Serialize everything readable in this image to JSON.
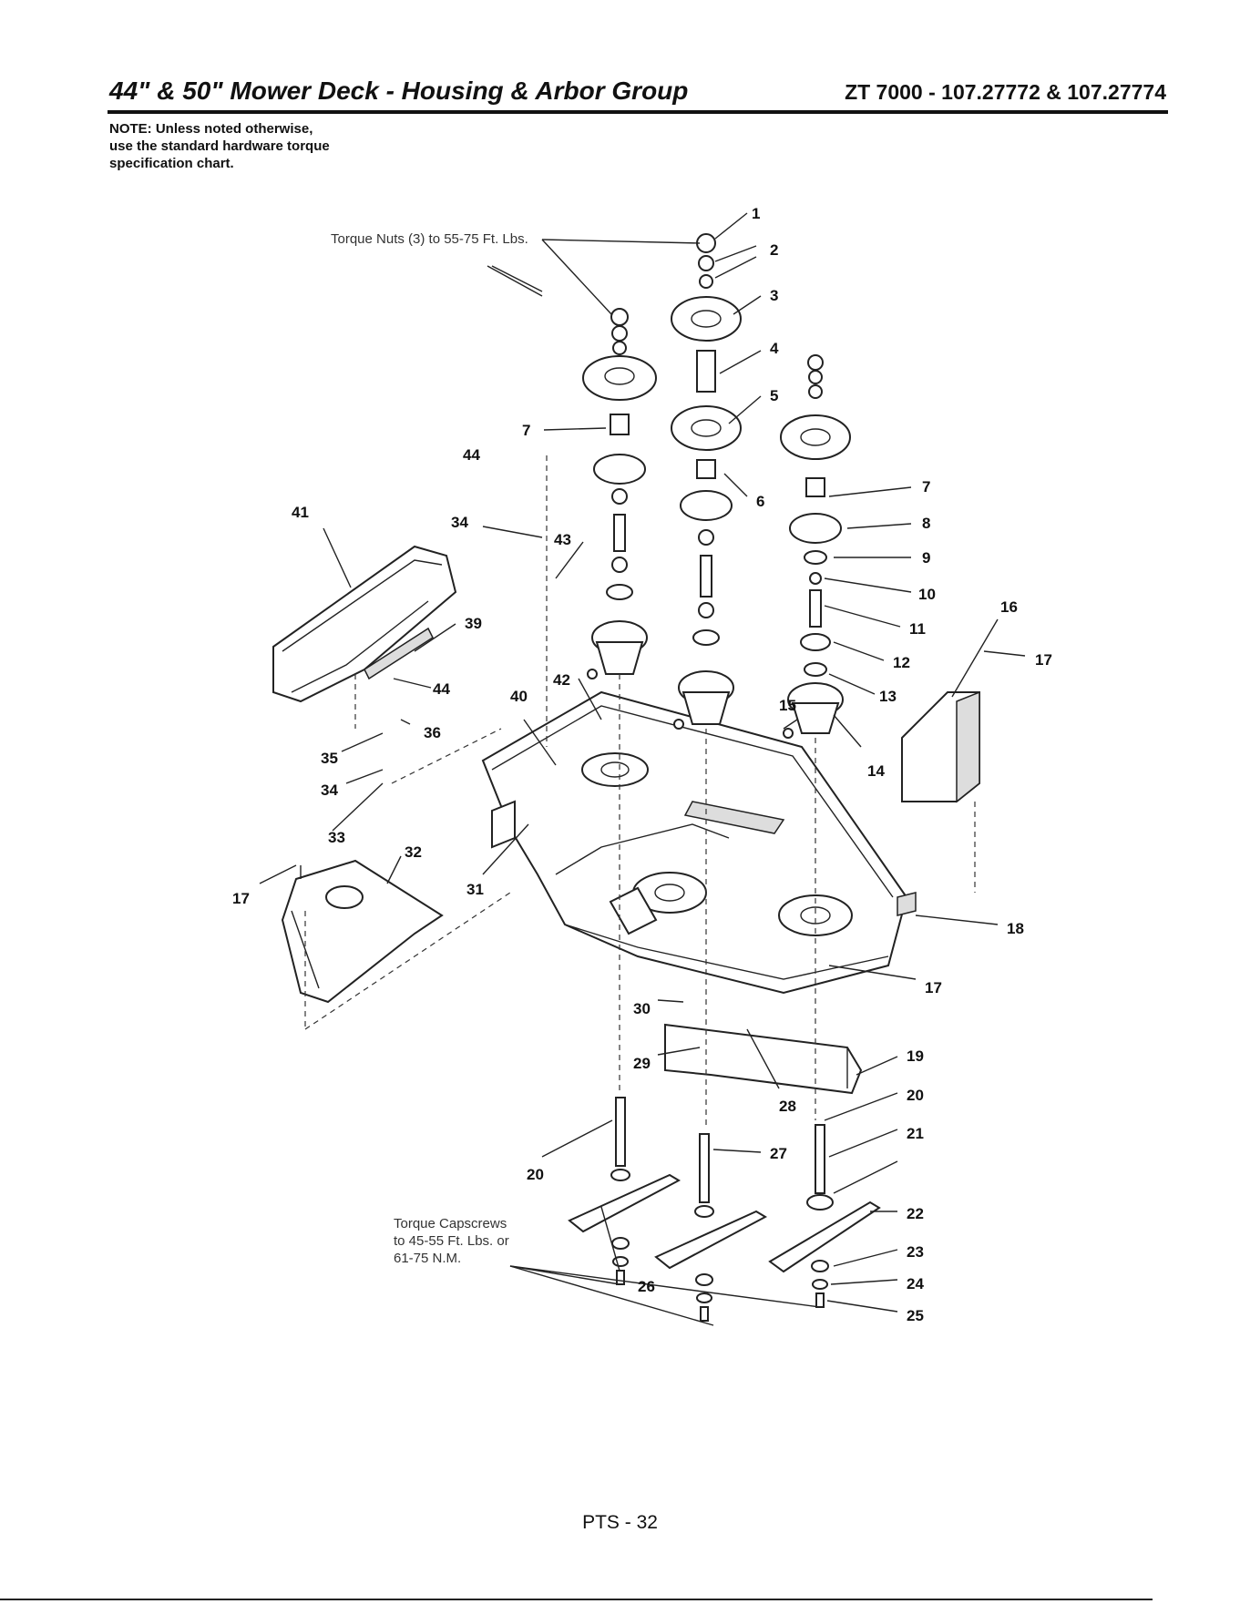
{
  "header": {
    "title": "44\" & 50\" Mower Deck - Housing & Arbor Group",
    "model": "ZT 7000 - 107.27772 & 107.27774"
  },
  "note": {
    "lines": [
      "NOTE: Unless noted otherwise,",
      "use the standard hardware torque",
      "specification chart."
    ]
  },
  "callouts": {
    "torque_nuts": "Torque Nuts (3) to 55-75 Ft. Lbs.",
    "torque_capscrews": [
      "Torque Capscrews",
      "to 45-55 Ft. Lbs. or",
      "61-75 N.M."
    ]
  },
  "part_numbers": [
    "1",
    "2",
    "3",
    "4",
    "5",
    "6",
    "7",
    "7",
    "8",
    "9",
    "10",
    "11",
    "12",
    "13",
    "14",
    "15",
    "16",
    "17",
    "17",
    "17",
    "18",
    "19",
    "20",
    "20",
    "21",
    "22",
    "23",
    "24",
    "25",
    "26",
    "27",
    "28",
    "29",
    "30",
    "31",
    "32",
    "33",
    "34",
    "34",
    "35",
    "36",
    "39",
    "40",
    "41",
    "42",
    "43",
    "44",
    "44"
  ],
  "footer": {
    "page": "PTS - 32"
  }
}
